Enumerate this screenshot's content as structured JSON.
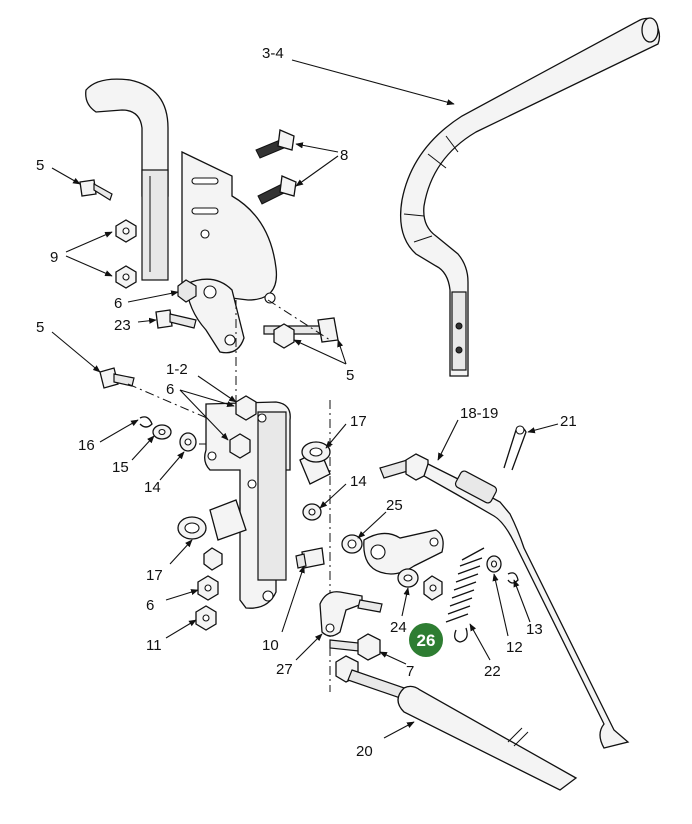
{
  "callouts": {
    "c_3_4": "3-4",
    "c_8": "8",
    "c_5a": "5",
    "c_9": "9",
    "c_6a": "6",
    "c_23": "23",
    "c_5b": "5",
    "c_5c": "5",
    "c_1_2": "1-2",
    "c_6b": "6",
    "c_16": "16",
    "c_15": "15",
    "c_14a": "14",
    "c_17a": "17",
    "c_14b": "14",
    "c_18_19": "18-19",
    "c_21": "21",
    "c_25": "25",
    "c_17b": "17",
    "c_6c": "6",
    "c_11": "11",
    "c_10": "10",
    "c_27": "27",
    "c_24": "24",
    "c_26": "26",
    "c_7": "7",
    "c_22": "22",
    "c_12": "12",
    "c_13": "13",
    "c_20": "20"
  },
  "highlight": {
    "label": "26",
    "color": "#2e7d32"
  }
}
